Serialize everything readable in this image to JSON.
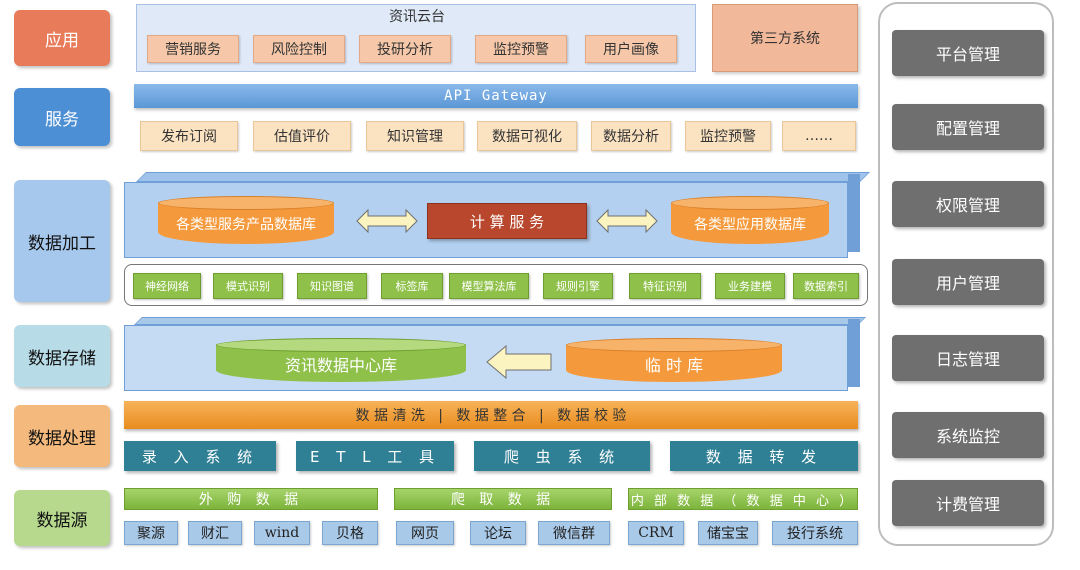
{
  "layers": {
    "app": "应用",
    "service": "服务",
    "processing": "数据加工",
    "storage": "数据存储",
    "handling": "数据处理",
    "source": "数据源"
  },
  "app": {
    "cloud_title": "资讯云台",
    "cloud_items": [
      "营销服务",
      "风险控制",
      "投研分析",
      "监控预警",
      "用户画像"
    ],
    "third_party": "第三方系统"
  },
  "service": {
    "gateway": "API Gateway",
    "items": [
      "发布订阅",
      "估值评价",
      "知识管理",
      "数据可视化",
      "数据分析",
      "监控预警",
      "……"
    ]
  },
  "processing": {
    "left_db": "各类型服务产品数据库",
    "compute": "计 算 服 务",
    "right_db": "各类型应用数据库",
    "chips": [
      "神经网络",
      "模式识别",
      "知识图谱",
      "标签库",
      "模型算法库",
      "规则引擎",
      "特征识别",
      "业务建模",
      "数据索引"
    ]
  },
  "storage": {
    "center_db": "资讯数据中心库",
    "temp_db": "临 时 库"
  },
  "handling": {
    "bar": "数 据 清 洗   |   数 据 整 合   |   数 据 校 验",
    "systems": [
      "录 入 系 统",
      "E T L 工 具",
      "爬 虫 系 统",
      "数 据 转 发"
    ]
  },
  "source": {
    "groups": [
      "外 购 数 据",
      "爬 取 数 据",
      "内 部 数 据 （ 数 据 中 心 ）"
    ],
    "items": [
      "聚源",
      "财汇",
      "wind",
      "贝格",
      "网页",
      "论坛",
      "微信群",
      "CRM",
      "储宝宝",
      "投行系统"
    ]
  },
  "management": [
    "平台管理",
    "配置管理",
    "权限管理",
    "用户管理",
    "日志管理",
    "系统监控",
    "计费管理"
  ],
  "colors": {
    "app_label": "#e77b5a",
    "service_label": "#4d8fd4",
    "processing_label": "#a6c8ec",
    "storage_label": "#b7dce8",
    "handling_label": "#f4b97c",
    "source_label": "#b6d98e",
    "compute": "#b8472d",
    "orange_db": "#f59a3c",
    "green_db": "#8fc14a",
    "mgmt": "#6f6f6f"
  }
}
